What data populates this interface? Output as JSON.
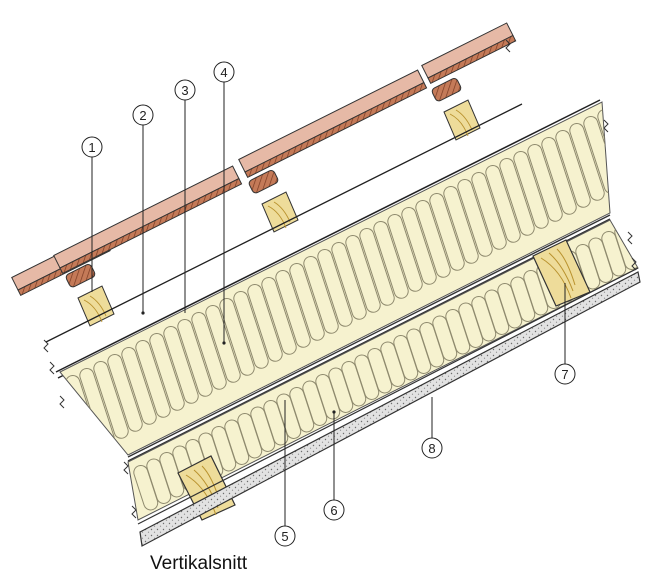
{
  "caption": "Vertikalsnitt",
  "callouts": [
    {
      "label": "1"
    },
    {
      "label": "2"
    },
    {
      "label": "3"
    },
    {
      "label": "4"
    },
    {
      "label": "5"
    },
    {
      "label": "6"
    },
    {
      "label": "7"
    },
    {
      "label": "8"
    }
  ],
  "colors": {
    "tile": "#e6b9a6",
    "batten_hatch": "#a55a3c",
    "insulation": "#f6f2cf",
    "insulation_stroke": "#8f8a6e",
    "timber": "#eedc9a",
    "timber_ring": "#b9922e",
    "plaster": "#d9d9d9"
  }
}
